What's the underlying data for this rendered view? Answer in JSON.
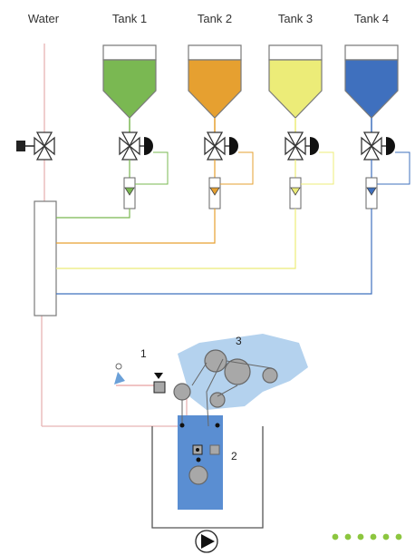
{
  "labels": {
    "water": "Water",
    "tanks": [
      "Tank 1",
      "Tank 2",
      "Tank 3",
      "Tank 4"
    ],
    "callout_1": "1",
    "callout_2": "2",
    "callout_3": "3"
  },
  "colors": {
    "tank_1": "#7ab852",
    "tank_2": "#e6a030",
    "tank_3": "#ecec78",
    "tank_4": "#3f70be",
    "water_line": "#e8b4b4",
    "tank_outline": "#7a7a7a",
    "machine_light": "#b4d2ee",
    "machine_dark": "#5a8ed2",
    "roller": "#a8a8a8",
    "accent_dots": "#8cc63f"
  }
}
